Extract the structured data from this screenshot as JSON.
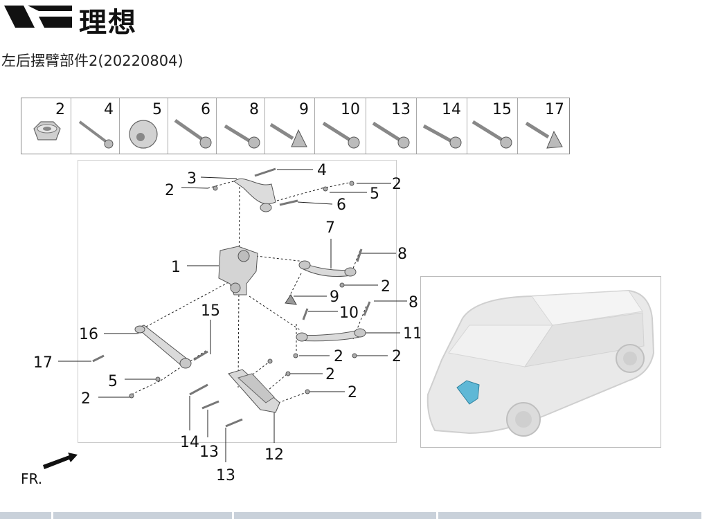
{
  "brand": {
    "name": "理想"
  },
  "page_title": "左后摆臂部件2(20220804)",
  "parts_strip": {
    "cells": [
      {
        "number": "2",
        "icon": "nut-icon"
      },
      {
        "number": "4",
        "icon": "bolt-icon"
      },
      {
        "number": "5",
        "icon": "washer-icon"
      },
      {
        "number": "6",
        "icon": "bolt-icon"
      },
      {
        "number": "8",
        "icon": "bolt-icon"
      },
      {
        "number": "9",
        "icon": "bracket-icon"
      },
      {
        "number": "10",
        "icon": "bolt-icon"
      },
      {
        "number": "13",
        "icon": "bolt-icon"
      },
      {
        "number": "14",
        "icon": "bolt-icon"
      },
      {
        "number": "15",
        "icon": "bolt-icon"
      },
      {
        "number": "17",
        "icon": "eccentric-bolt-icon"
      }
    ]
  },
  "callouts": {
    "c1": "1",
    "c2a": "2",
    "c2b": "2",
    "c2c": "2",
    "c2d": "2",
    "c2e": "2",
    "c2f": "2",
    "c2g": "2",
    "c2h": "2",
    "c3": "3",
    "c4": "4",
    "c5a": "5",
    "c5b": "5",
    "c6": "6",
    "c7": "7",
    "c8a": "8",
    "c8b": "8",
    "c9": "9",
    "c10": "10",
    "c11": "11",
    "c12": "12",
    "c13a": "13",
    "c13b": "13",
    "c14": "14",
    "c15": "15",
    "c16": "16",
    "c17": "17"
  },
  "direction_label": "FR."
}
